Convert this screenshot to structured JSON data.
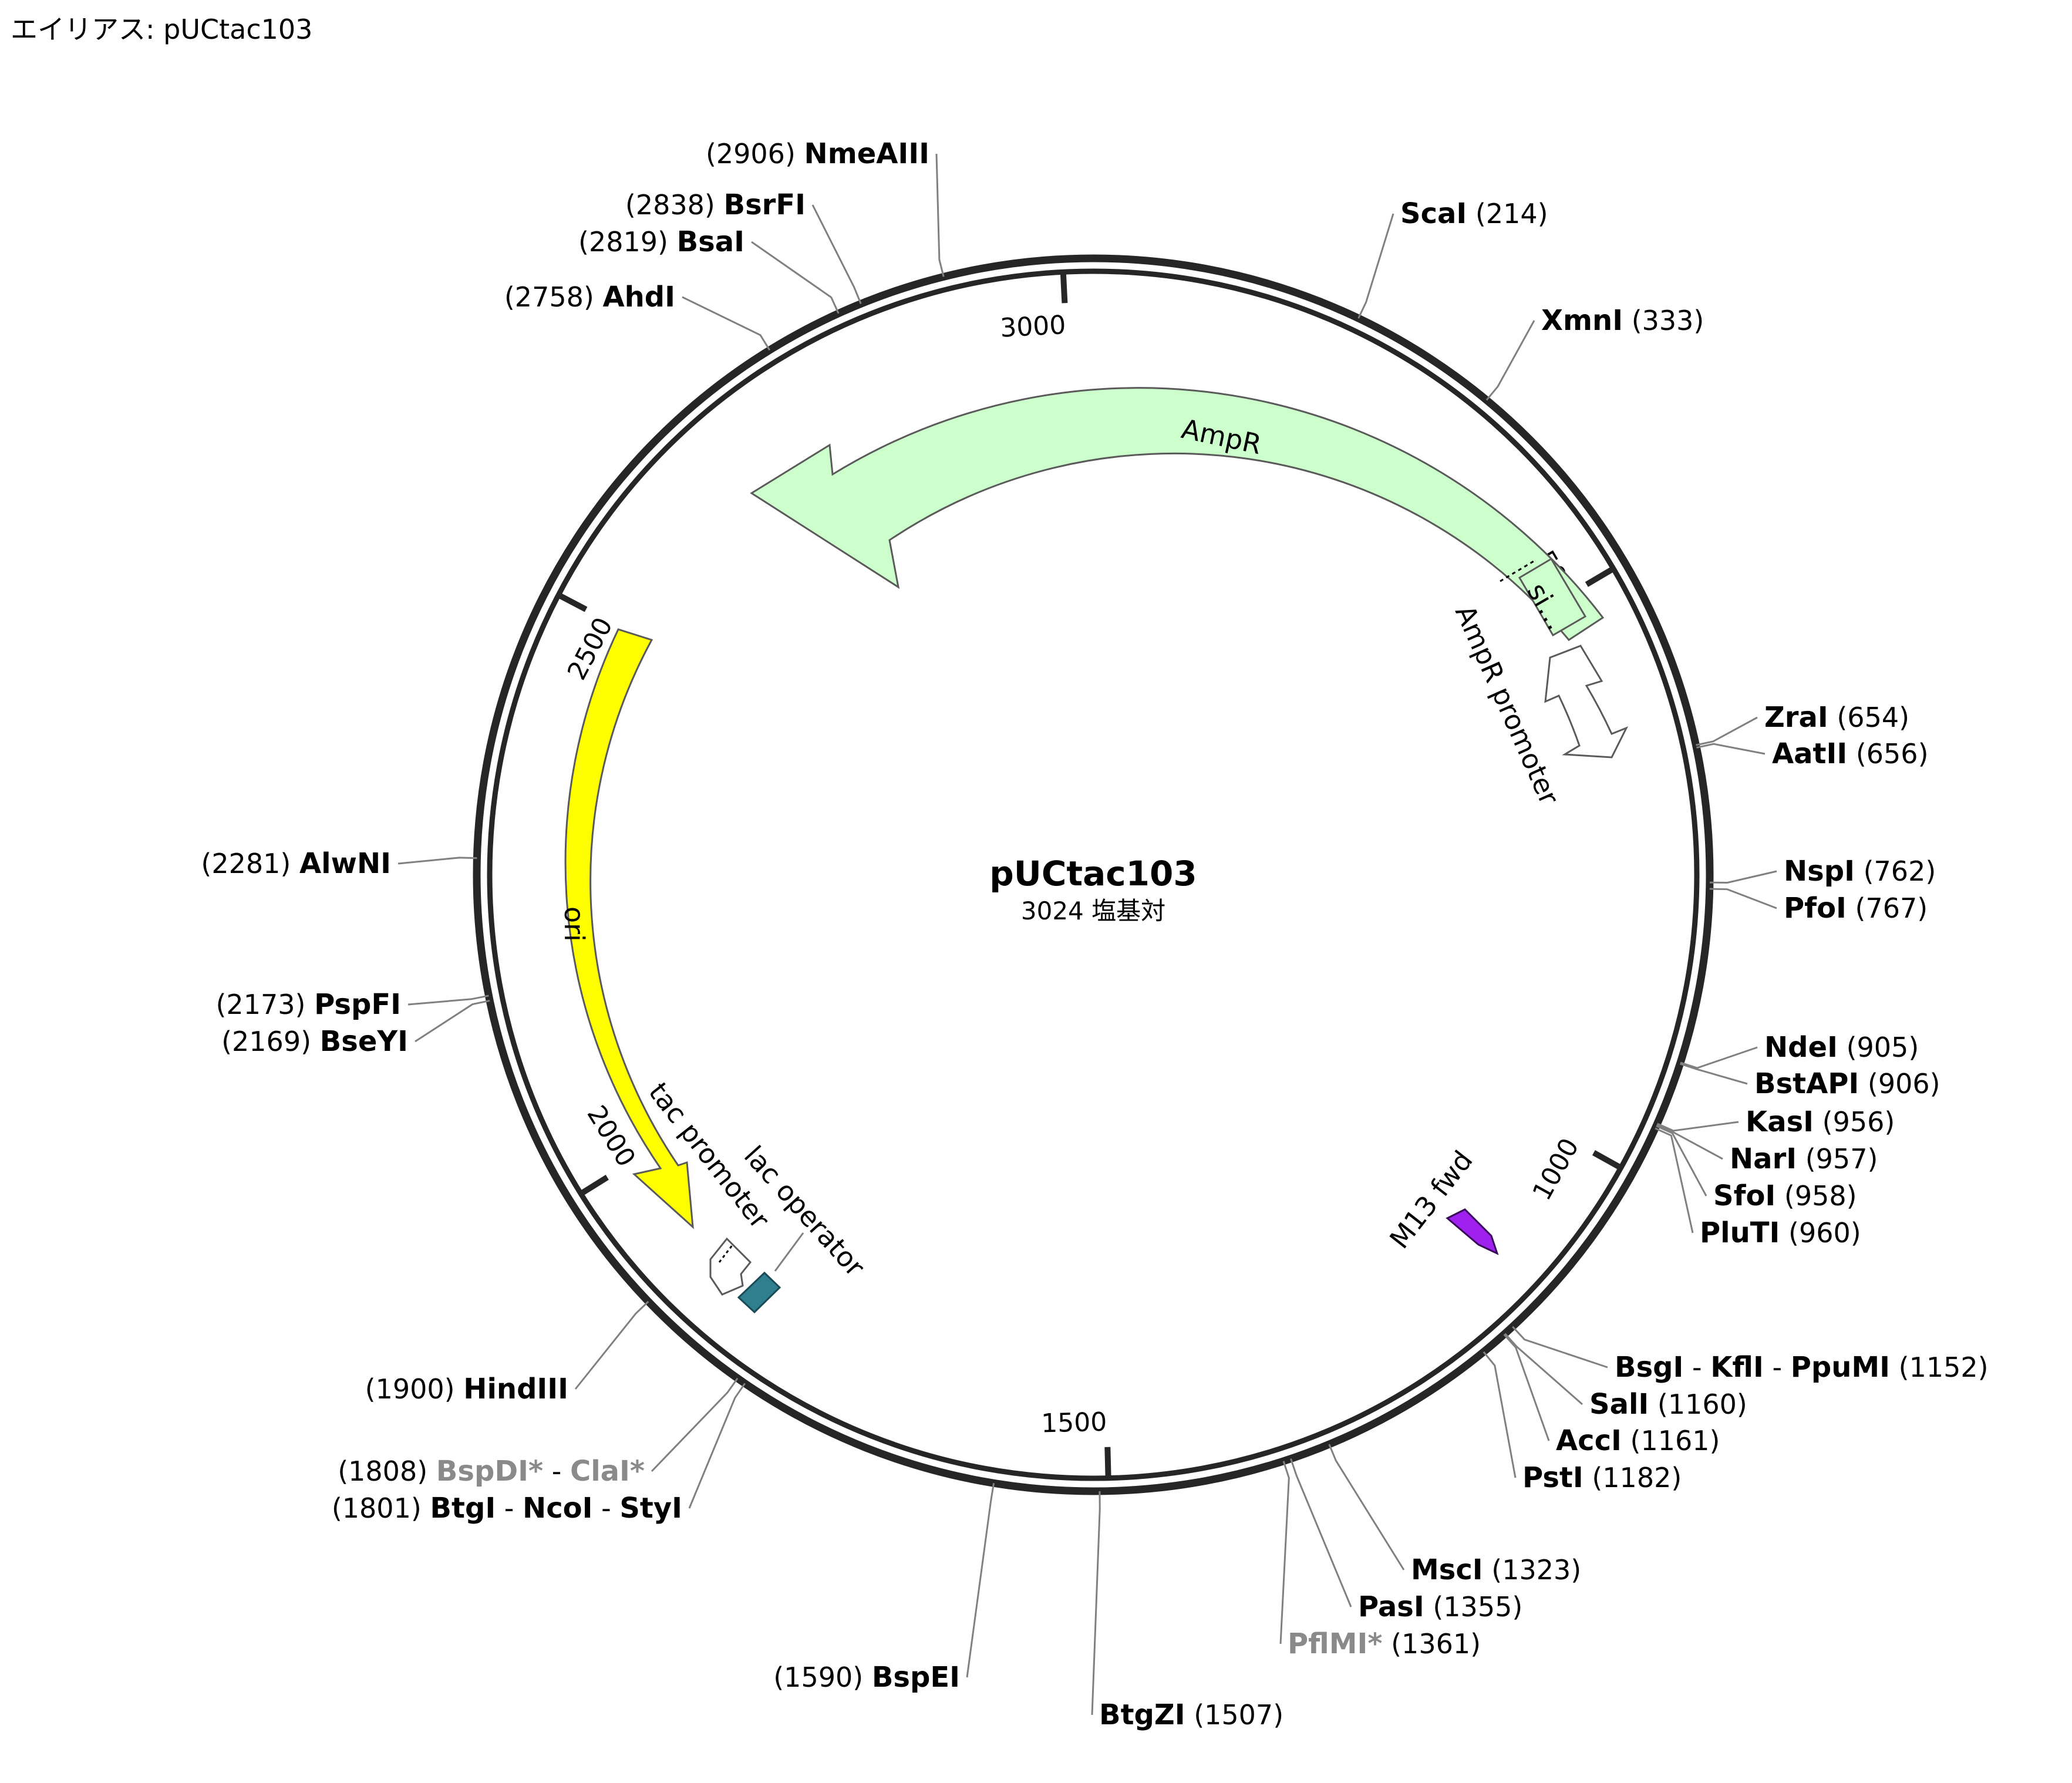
{
  "alias_label": "エイリアス:  pUCtac103",
  "plasmid": {
    "name": "pUCtac103",
    "size_text": "3024 塩基対",
    "length": 3024
  },
  "ticks": [
    {
      "pos": 500,
      "label": "500"
    },
    {
      "pos": 1000,
      "label": "1000"
    },
    {
      "pos": 1500,
      "label": "1500"
    },
    {
      "pos": 2000,
      "label": "2000"
    },
    {
      "pos": 2500,
      "label": "2500"
    },
    {
      "pos": 3000,
      "label": "3000"
    }
  ],
  "features": [
    {
      "id": "ampr",
      "label": "AmpR",
      "color": "#ccffcc",
      "type": "arrow-ccw"
    },
    {
      "id": "signal",
      "label": "si…",
      "color": "#ccffcc",
      "type": "segment"
    },
    {
      "id": "ampr-promoter",
      "label": "AmpR promoter",
      "color": "#ffffff",
      "type": "arrow-cw"
    },
    {
      "id": "ori",
      "label": "ori",
      "color": "#ffff00",
      "type": "arrow-ccw"
    },
    {
      "id": "tac-promoter",
      "label": "tac promoter",
      "color": "#ffffff",
      "type": "small-arrow"
    },
    {
      "id": "lac-operator",
      "label": "lac operator",
      "color": "#2f7f8f",
      "type": "box"
    },
    {
      "id": "m13-fwd",
      "label": "M13 fwd",
      "color": "#a020f0",
      "type": "primer"
    }
  ],
  "sites": [
    {
      "id": "scai",
      "parts": [
        {
          "name": "ScaI"
        }
      ],
      "pos_text": "(214)",
      "side": "right"
    },
    {
      "id": "xmni",
      "parts": [
        {
          "name": "XmnI"
        }
      ],
      "pos_text": "(333)",
      "side": "right"
    },
    {
      "id": "zrai",
      "parts": [
        {
          "name": "ZraI"
        }
      ],
      "pos_text": "(654)",
      "side": "right"
    },
    {
      "id": "aatii",
      "parts": [
        {
          "name": "AatII"
        }
      ],
      "pos_text": "(656)",
      "side": "right"
    },
    {
      "id": "nspi",
      "parts": [
        {
          "name": "NspI"
        }
      ],
      "pos_text": "(762)",
      "side": "right"
    },
    {
      "id": "pfoi",
      "parts": [
        {
          "name": "PfoI"
        }
      ],
      "pos_text": "(767)",
      "side": "right"
    },
    {
      "id": "ndei",
      "parts": [
        {
          "name": "NdeI"
        }
      ],
      "pos_text": "(905)",
      "side": "right"
    },
    {
      "id": "bstapi",
      "parts": [
        {
          "name": "BstAPI"
        }
      ],
      "pos_text": "(906)",
      "side": "right"
    },
    {
      "id": "kasi",
      "parts": [
        {
          "name": "KasI"
        }
      ],
      "pos_text": "(956)",
      "side": "right"
    },
    {
      "id": "nari",
      "parts": [
        {
          "name": "NarI"
        }
      ],
      "pos_text": "(957)",
      "side": "right"
    },
    {
      "id": "sfoi",
      "parts": [
        {
          "name": "SfoI"
        }
      ],
      "pos_text": "(958)",
      "side": "right"
    },
    {
      "id": "pluti",
      "parts": [
        {
          "name": "PluTI"
        }
      ],
      "pos_text": "(960)",
      "side": "right"
    },
    {
      "id": "bsgi",
      "parts": [
        {
          "name": "BsgI"
        },
        {
          "name": "KflI"
        },
        {
          "name": "PpuMI"
        }
      ],
      "pos_text": "(1152)",
      "side": "right"
    },
    {
      "id": "sali",
      "parts": [
        {
          "name": "SalI"
        }
      ],
      "pos_text": "(1160)",
      "side": "right"
    },
    {
      "id": "acci",
      "parts": [
        {
          "name": "AccI"
        }
      ],
      "pos_text": "(1161)",
      "side": "right"
    },
    {
      "id": "psti",
      "parts": [
        {
          "name": "PstI"
        }
      ],
      "pos_text": "(1182)",
      "side": "right"
    },
    {
      "id": "msci",
      "parts": [
        {
          "name": "MscI"
        }
      ],
      "pos_text": "(1323)",
      "side": "right"
    },
    {
      "id": "pasi",
      "parts": [
        {
          "name": "PasI"
        }
      ],
      "pos_text": "(1355)",
      "side": "right"
    },
    {
      "id": "pflmi",
      "parts": [
        {
          "name": "PflMI*",
          "grey": true
        }
      ],
      "pos_text": "(1361)",
      "side": "right"
    },
    {
      "id": "btgzi",
      "parts": [
        {
          "name": "BtgZI"
        }
      ],
      "pos_text": "(1507)",
      "side": "right"
    },
    {
      "id": "bspei",
      "parts": [
        {
          "name": "BspEI"
        }
      ],
      "pos_text": "(1590)",
      "side": "left"
    },
    {
      "id": "btgi",
      "parts": [
        {
          "name": "BtgI"
        },
        {
          "name": "NcoI"
        },
        {
          "name": "StyI"
        }
      ],
      "pos_text": "(1801)",
      "side": "left"
    },
    {
      "id": "bspdi",
      "parts": [
        {
          "name": "BspDI*",
          "grey": true
        },
        {
          "name": "ClaI*",
          "grey": true
        }
      ],
      "pos_text": "(1808)",
      "side": "left"
    },
    {
      "id": "hindiii",
      "parts": [
        {
          "name": "HindIII"
        }
      ],
      "pos_text": "(1900)",
      "side": "left"
    },
    {
      "id": "bseyi",
      "parts": [
        {
          "name": "BseYI"
        }
      ],
      "pos_text": "(2169)",
      "side": "left"
    },
    {
      "id": "pspfi",
      "parts": [
        {
          "name": "PspFI"
        }
      ],
      "pos_text": "(2173)",
      "side": "left"
    },
    {
      "id": "alwni",
      "parts": [
        {
          "name": "AlwNI"
        }
      ],
      "pos_text": "(2281)",
      "side": "left"
    },
    {
      "id": "ahdi",
      "parts": [
        {
          "name": "AhdI"
        }
      ],
      "pos_text": "(2758)",
      "side": "left"
    },
    {
      "id": "bsai",
      "parts": [
        {
          "name": "BsaI"
        }
      ],
      "pos_text": "(2819)",
      "side": "left"
    },
    {
      "id": "bsrfi",
      "parts": [
        {
          "name": "BsrFI"
        }
      ],
      "pos_text": "(2838)",
      "side": "left"
    },
    {
      "id": "nmeaiii",
      "parts": [
        {
          "name": "NmeAIII"
        }
      ],
      "pos_text": "(2906)",
      "side": "left"
    }
  ]
}
